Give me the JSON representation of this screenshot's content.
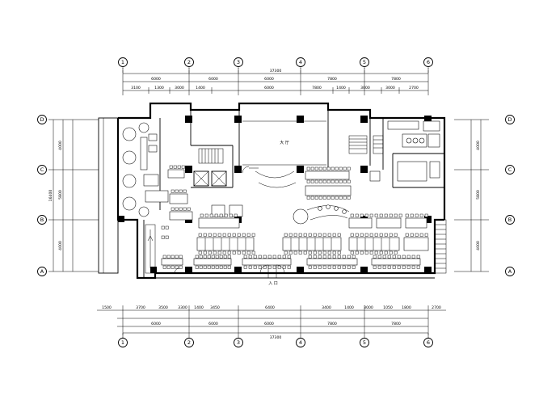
{
  "drawing": {
    "type": "architectural floor plan",
    "grid_columns_top": [
      "1",
      "2",
      "3",
      "4",
      "5",
      "6"
    ],
    "grid_columns_bottom": [
      "1",
      "2",
      "3",
      "4",
      "5",
      "6"
    ],
    "grid_rows_left": [
      "D",
      "C",
      "B",
      "A"
    ],
    "grid_rows_right": [
      "D",
      "C",
      "B",
      "A"
    ]
  },
  "dimensions": {
    "top_overall": "37300",
    "top_axis": [
      "6000",
      "6000",
      "6000",
      "7800",
      "7800"
    ],
    "top_detail": [
      "3100",
      "1300",
      "3000",
      "1400",
      "6000",
      "7800",
      "1400",
      "3000",
      "3000",
      "2700"
    ],
    "bottom_detail": [
      "1500",
      "3700",
      "3500",
      "3300",
      "1400",
      "3450",
      "6400",
      "3400",
      "1400",
      "3000",
      "1050",
      "1800",
      "2700"
    ],
    "bottom_axis": [
      "6000",
      "6000",
      "6000",
      "7800",
      "7800"
    ],
    "bottom_overall": "37300",
    "left_overall": "16400",
    "left_axis": [
      "4000",
      "5800",
      "4000"
    ],
    "right_axis": [
      "4000",
      "5800",
      "4000"
    ]
  },
  "labels": {
    "lobby": "大 厅",
    "entrance": "入 口"
  }
}
